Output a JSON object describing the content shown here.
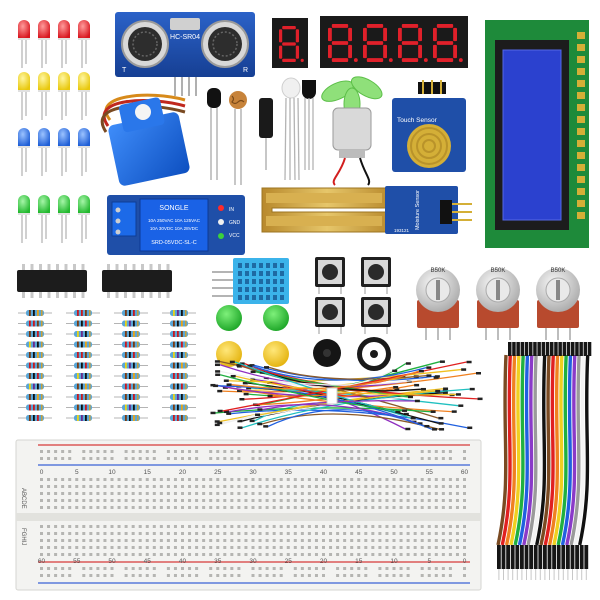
{
  "labels": {
    "sonar": "HC-SR04",
    "sonar_trig": "T",
    "sonar_echo": "R",
    "relay_brand": "SONGLE",
    "relay_spec1": "10A 250VAC  10A 125VAC",
    "relay_spec2": "10A 30VDC  10A 28VDC",
    "relay_model": "SRD-05VDC-SL-C",
    "relay_in": "IN",
    "relay_gnd": "GND",
    "relay_vcc": "VCC",
    "touch": "Touch Sensor",
    "moisture": "Moisture Sensor",
    "moisture_code": "193121",
    "pot": "B50K",
    "bb_letters_top": "ABCDE",
    "bb_letters_bottom": "FGHIJ",
    "bb_top_numbers": [
      "0",
      "5",
      "10",
      "15",
      "20",
      "25",
      "30",
      "35",
      "40",
      "45",
      "50",
      "55",
      "60"
    ],
    "bb_bottom_numbers": [
      "60",
      "55",
      "50",
      "45",
      "40",
      "35",
      "30",
      "25",
      "20",
      "15",
      "10",
      "5",
      "0"
    ]
  },
  "colors": {
    "led_red": "#e8202a",
    "led_yellow": "#f2d81c",
    "led_blue": "#2b6fe0",
    "led_green": "#2fce3a",
    "pcb_blue": "#1f4fa8",
    "lcd_green": "#1f8a3c",
    "lcd_screen": "#2a3fd0",
    "segment_red": "#e0202a",
    "breadboard": "#f2f2f0"
  },
  "icons": [
    "led",
    "ultrasonic-sensor",
    "seven-segment-display",
    "lcd-module",
    "servo-motor",
    "relay-module",
    "soil-moisture-sensor",
    "touch-sensor-module",
    "dc-fan-motor",
    "dht11-sensor",
    "push-button",
    "potentiometer",
    "resistor",
    "ic-chip",
    "buzzer",
    "jumper-wires",
    "ribbon-cable",
    "breadboard"
  ]
}
